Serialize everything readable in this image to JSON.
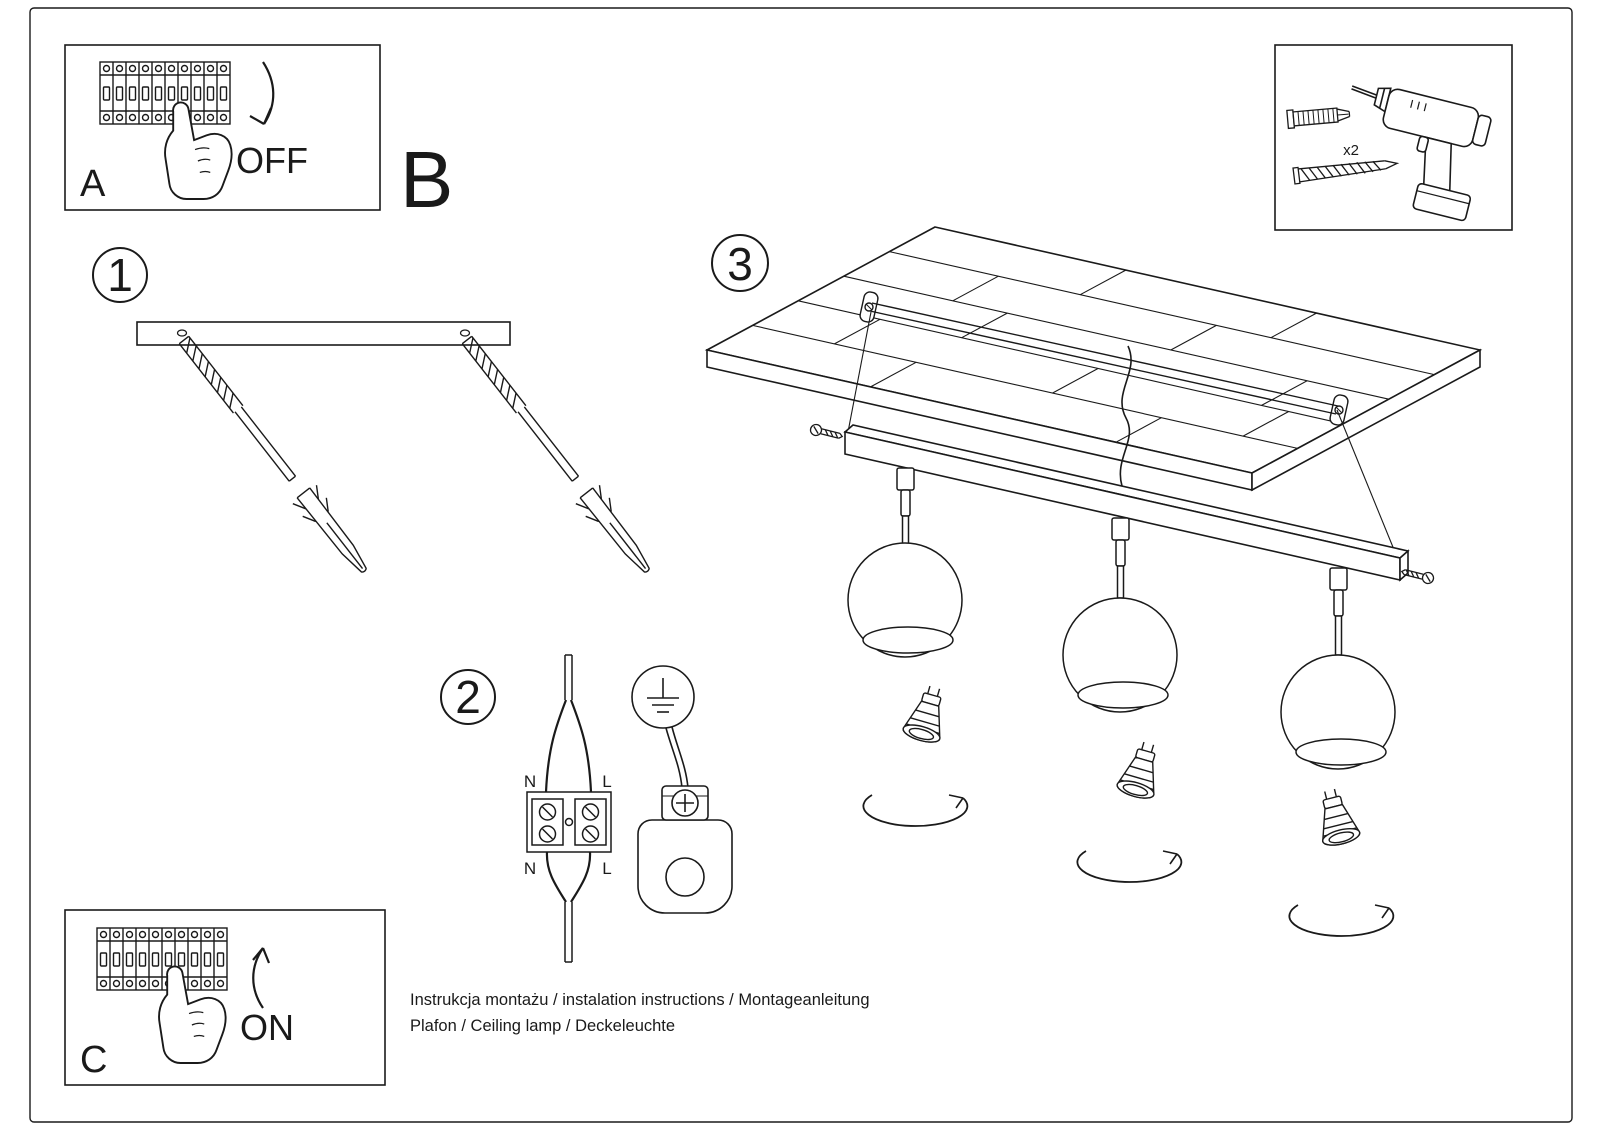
{
  "document": {
    "footer": {
      "line1": "Instrukcja montażu / instalation instructions / Montageanleitung",
      "line2": "Plafon / Ceiling lamp / Deckeleuchte"
    }
  },
  "sections": {
    "panel_a": {
      "label": "A",
      "state": "OFF"
    },
    "panel_b": {
      "label": "B"
    },
    "panel_c": {
      "label": "C",
      "state": "ON"
    },
    "step_1": {
      "number": "1"
    },
    "step_2": {
      "number": "2",
      "terminals": {
        "top_left": "N",
        "top_right": "L",
        "bottom_left": "N",
        "bottom_right": "L"
      }
    },
    "step_3": {
      "number": "3"
    },
    "hardware_box": {
      "dowel_count": "x2"
    }
  },
  "colors": {
    "ink": "#1a1a1a",
    "paper": "#ffffff"
  }
}
